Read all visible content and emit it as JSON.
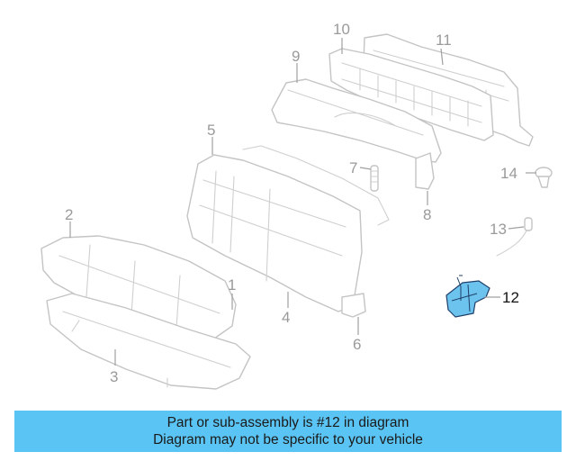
{
  "callouts": {
    "c1": "1",
    "c2": "2",
    "c3": "3",
    "c4": "4",
    "c5": "5",
    "c6": "6",
    "c7": "7",
    "c8": "8",
    "c9": "9",
    "c10": "10",
    "c11": "11",
    "c12": "12",
    "c13": "13",
    "c14": "14"
  },
  "highlighted_part": "12",
  "colors": {
    "banner": "#5ac4f4",
    "highlight": "#6cc3ee",
    "lines": "#c4c4c4"
  },
  "banner": {
    "line1": "Part or sub-assembly is #12 in diagram",
    "line2": "Diagram may not be specific to your vehicle"
  }
}
